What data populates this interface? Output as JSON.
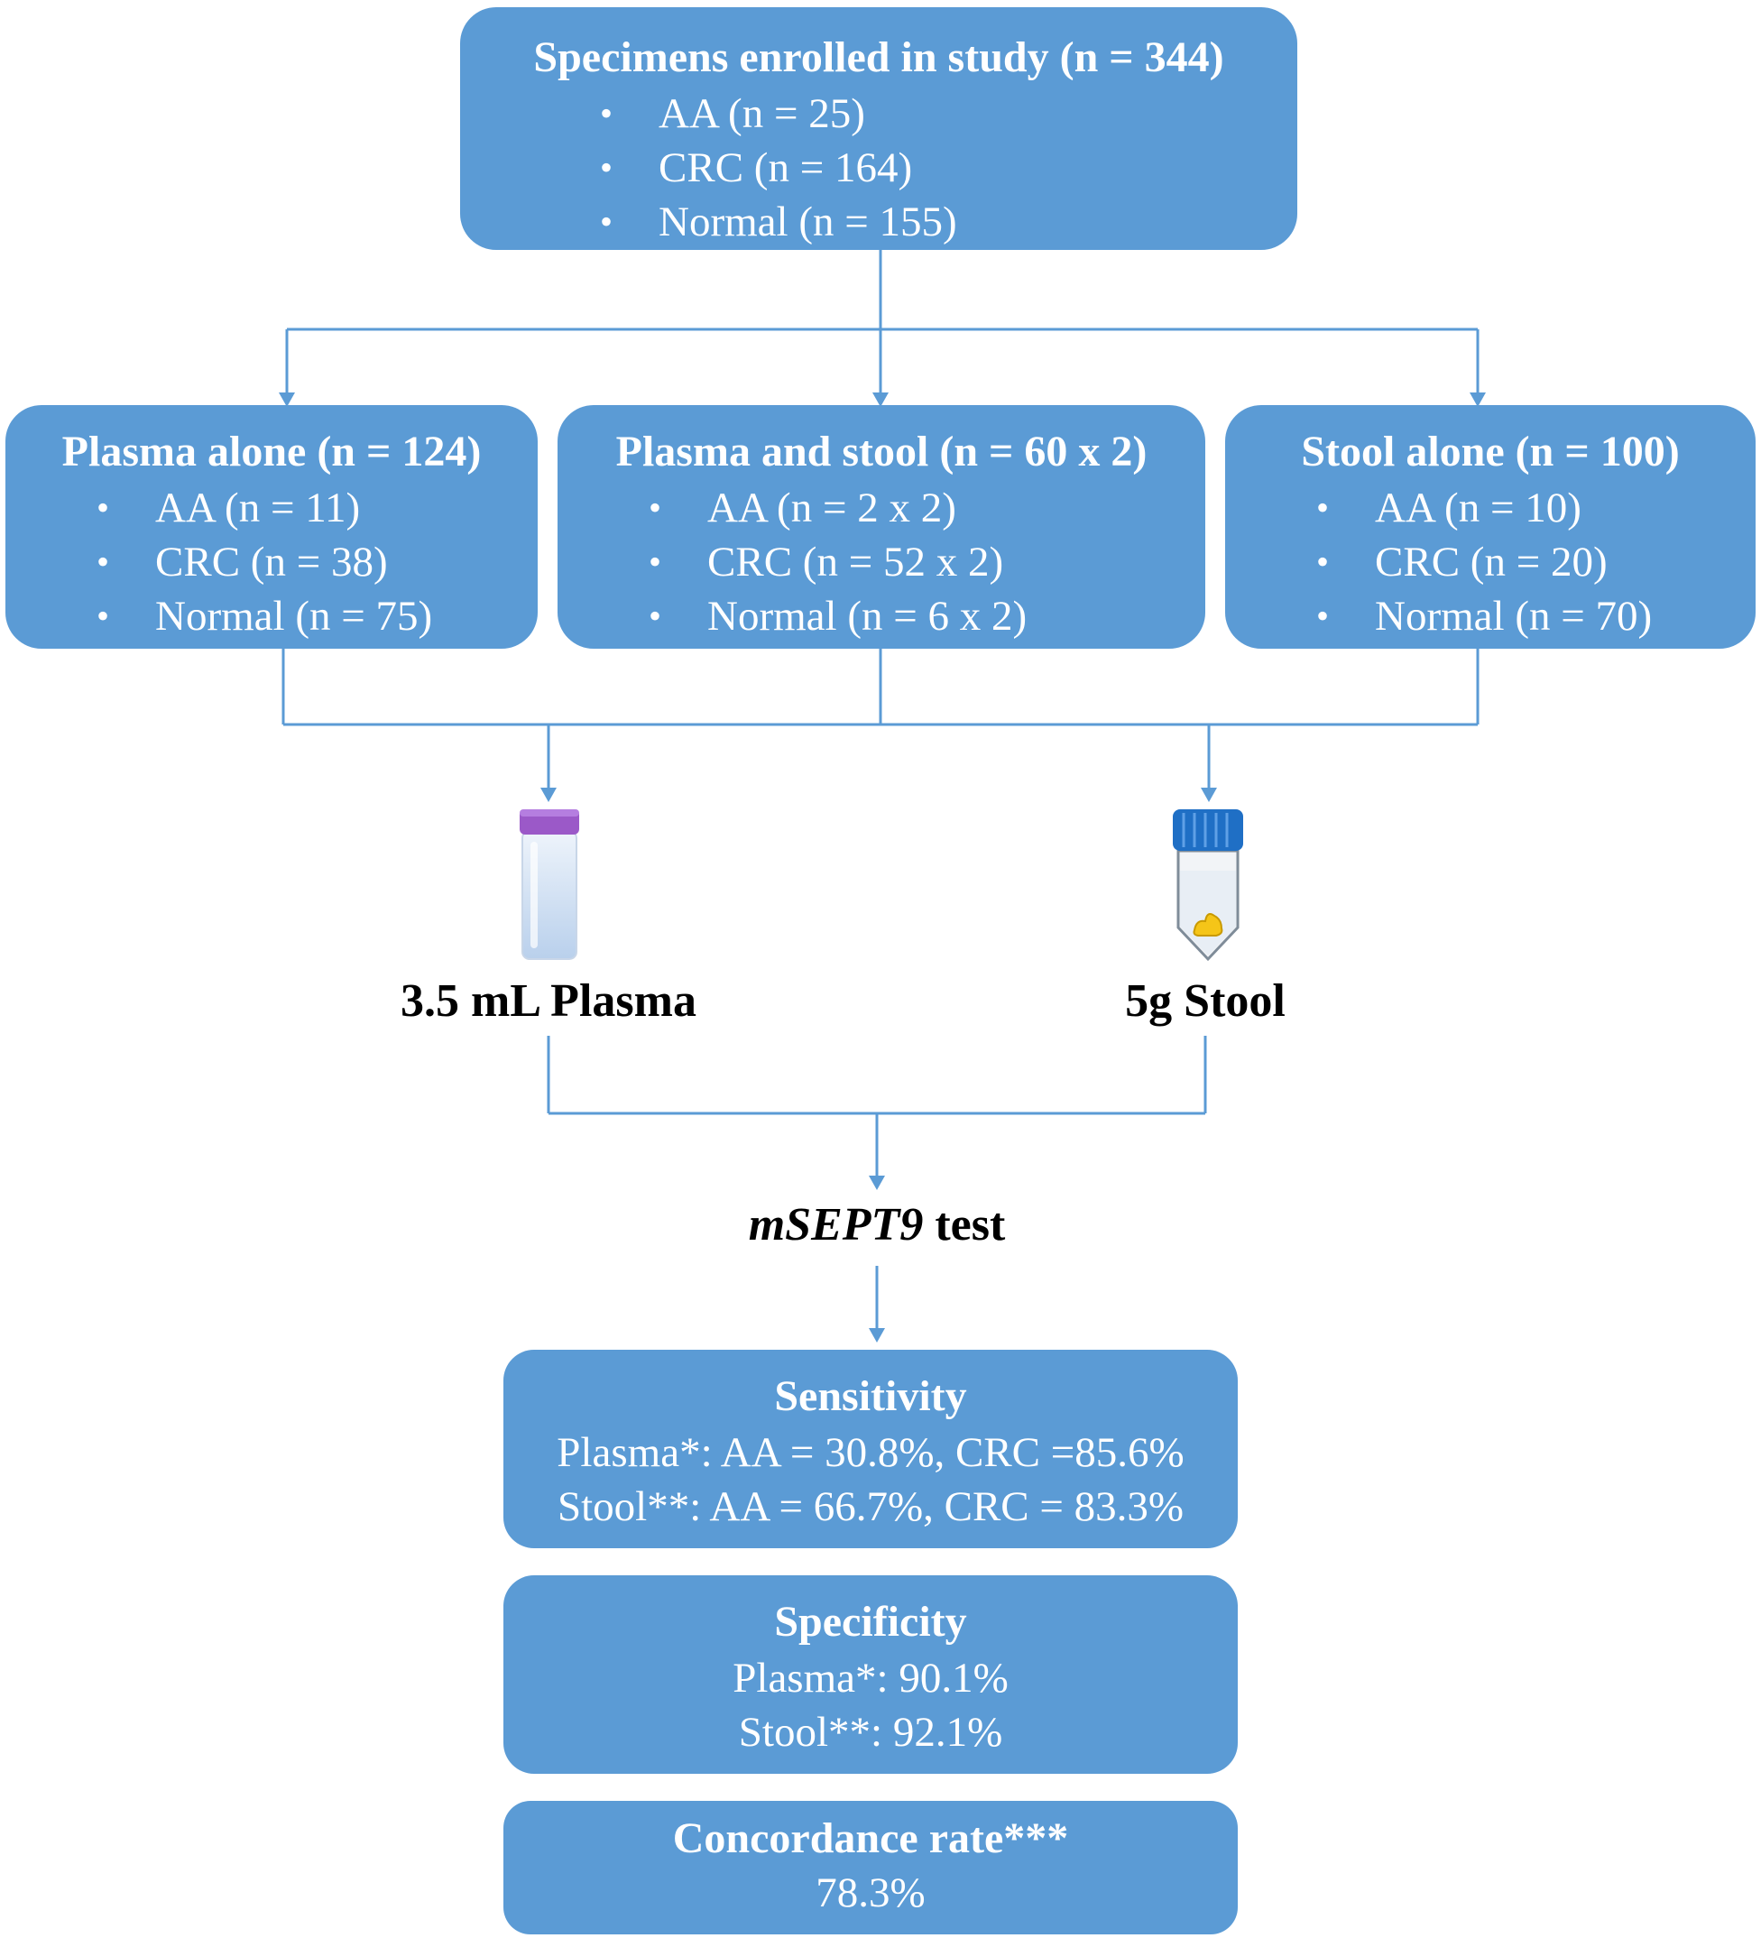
{
  "enrolled": {
    "title": "Specimens enrolled in study (n = 344)",
    "items": [
      "AA (n = 25)",
      "CRC (n = 164)",
      "Normal (n = 155)"
    ]
  },
  "groups": [
    {
      "title": "Plasma alone (n = 124)",
      "items": [
        "AA (n = 11)",
        "CRC (n = 38)",
        "Normal (n = 75)"
      ]
    },
    {
      "title": "Plasma and stool (n = 60 x 2)",
      "items": [
        "AA (n = 2 x 2)",
        "CRC (n = 52 x 2)",
        "Normal (n = 6 x 2)"
      ]
    },
    {
      "title": "Stool alone (n = 100)",
      "items": [
        "AA (n = 10)",
        "CRC (n = 20)",
        "Normal (n = 70)"
      ]
    }
  ],
  "samples": {
    "plasma_label": "3.5 mL Plasma",
    "stool_label": "5g Stool"
  },
  "test": {
    "name": "mSEPT9",
    "suffix": " test"
  },
  "results": {
    "sensitivity": {
      "title": "Sensitivity",
      "lines": [
        "Plasma*: AA = 30.8%, CRC =85.6%",
        "Stool**: AA = 66.7%, CRC = 83.3%"
      ]
    },
    "specificity": {
      "title": "Specificity",
      "lines": [
        "Plasma*: 90.1%",
        "Stool**: 92.1%"
      ]
    },
    "concordance": {
      "title": "Concordance rate***",
      "value": "78.3%"
    }
  },
  "colors": {
    "box_fill": "#5b9bd5",
    "connector": "#5b9bd5",
    "plasma_cap": "#9b59c8",
    "stool_cap": "#1f6fc5",
    "stool_sample": "#f5c518"
  }
}
